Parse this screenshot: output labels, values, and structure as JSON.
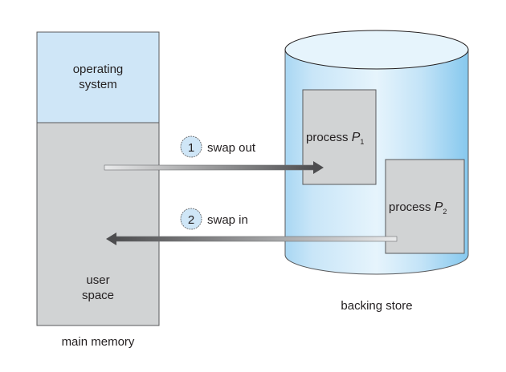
{
  "main_memory": {
    "os_label_line1": "operating",
    "os_label_line2": "system",
    "user_label_line1": "user",
    "user_label_line2": "space",
    "caption": "main memory"
  },
  "backing_store": {
    "caption": "backing store",
    "p1": {
      "label": "process ",
      "var": "P",
      "sub": "1"
    },
    "p2": {
      "label": "process ",
      "var": "P",
      "sub": "2"
    }
  },
  "steps": [
    {
      "number": "1",
      "label": "swap out"
    },
    {
      "number": "2",
      "label": "swap in"
    }
  ],
  "colors": {
    "os_fill": "#cfe6f7",
    "user_fill": "#d1d3d4",
    "process_fill": "#d1d3d4",
    "cylinder_light": "#e3f2fb",
    "cylinder_dark": "#8ccbef",
    "badge_fill": "#cfe6f7",
    "arrow_dark": "#4d4d4f",
    "arrow_light": "#e6e7e8"
  }
}
